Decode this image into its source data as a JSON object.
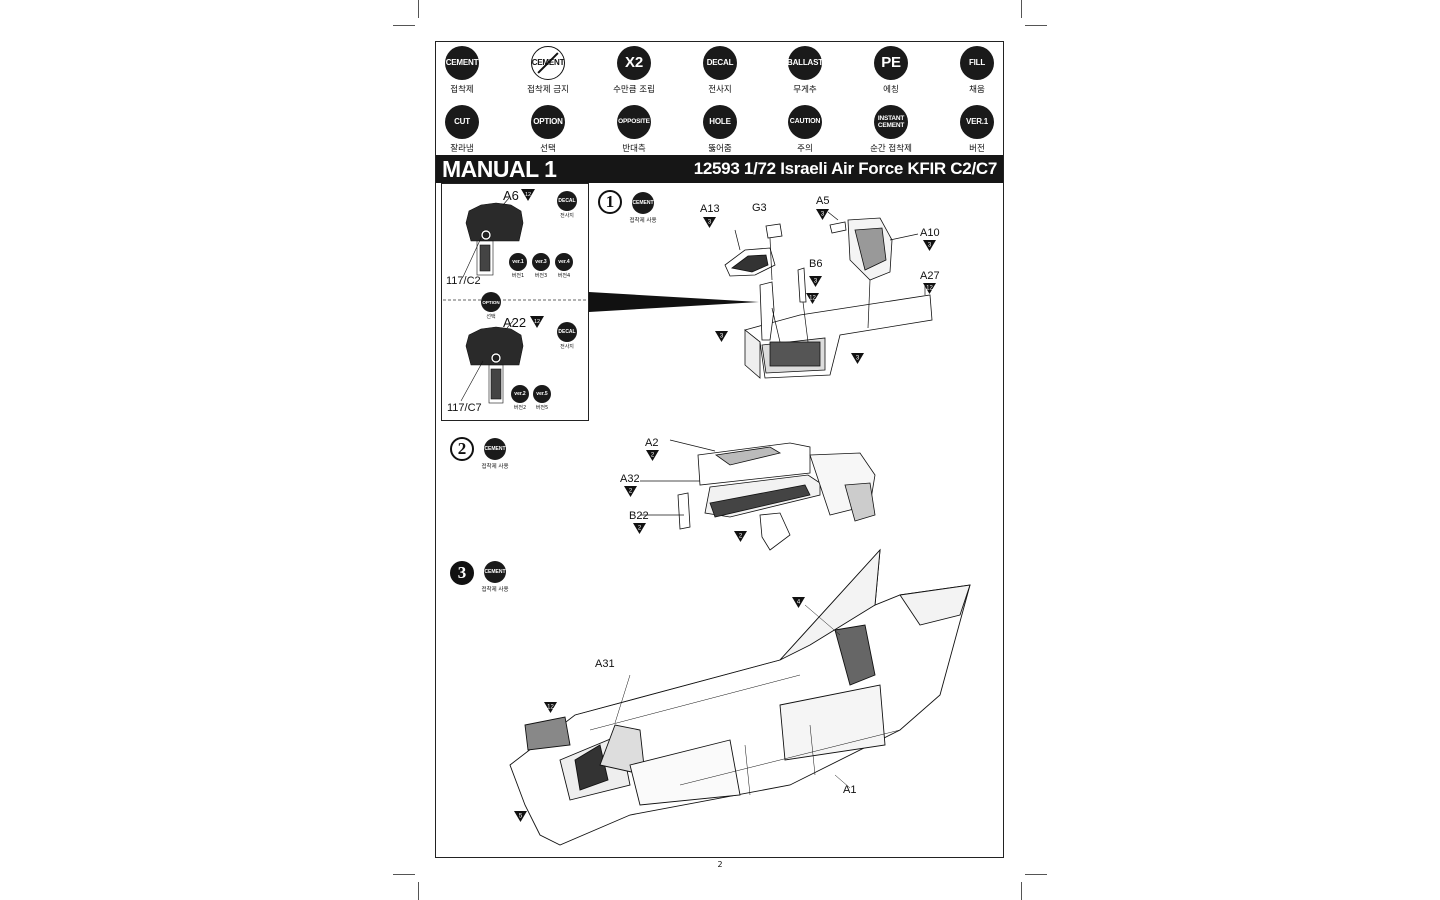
{
  "legend_row1": [
    {
      "symbol": "CEMENT",
      "label": "접착제"
    },
    {
      "symbol": "CEMENT",
      "label": "접착제 금지"
    },
    {
      "symbol": "X2",
      "label": "수만큼 조립"
    },
    {
      "symbol": "DECAL",
      "label": "전사지"
    },
    {
      "symbol": "BALLAST",
      "label": "무게추"
    },
    {
      "symbol": "PE",
      "label": "에칭"
    },
    {
      "symbol": "FILL",
      "label": "채움"
    }
  ],
  "legend_row2": [
    {
      "symbol": "CUT",
      "label": "잘라냄"
    },
    {
      "symbol": "OPTION",
      "label": "선택"
    },
    {
      "symbol": "OPPOSITE",
      "label": "반대측"
    },
    {
      "symbol": "HOLE",
      "label": "뚫어줌"
    },
    {
      "symbol": "CAUTION",
      "label": "주의"
    },
    {
      "symbol": "INSTANT CEMENT",
      "label": "순간 접착제"
    },
    {
      "symbol": "VER.1",
      "label": "버전"
    }
  ],
  "header": {
    "manual_title": "MANUAL 1",
    "kit_title": "12593 1/72 Israeli Air Force KFIR C2/C7"
  },
  "inset": {
    "upper": {
      "part": "A6",
      "color": "12",
      "decal_sym": "DECAL",
      "decal_label": "전사지",
      "decal_ref": "117/C2",
      "versions": [
        {
          "sym": "ver.1",
          "label": "버전1"
        },
        {
          "sym": "ver.3",
          "label": "버전3"
        },
        {
          "sym": "ver.4",
          "label": "버전4"
        }
      ]
    },
    "option_sym": "OPTION",
    "option_label": "선택",
    "lower": {
      "part": "A22",
      "color": "12",
      "decal_sym": "DECAL",
      "decal_label": "전사지",
      "decal_ref": "117/C7",
      "versions": [
        {
          "sym": "ver.2",
          "label": "버전2"
        },
        {
          "sym": "ver.5",
          "label": "버전5"
        }
      ]
    }
  },
  "steps": [
    {
      "number": "1",
      "cement_sym": "CEMENT",
      "cement_label": "접착제 사용",
      "parts": [
        {
          "name": "A13",
          "color": "3"
        },
        {
          "name": "G3",
          "color": ""
        },
        {
          "name": "A5",
          "color": "3"
        },
        {
          "name": "A10",
          "color": "3"
        },
        {
          "name": "B6",
          "color": "3"
        },
        {
          "name": "A27",
          "color": "12"
        }
      ],
      "extra_colors": [
        "12",
        "3",
        "3"
      ]
    },
    {
      "number": "2",
      "cement_sym": "CEMENT",
      "cement_label": "접착제 사용",
      "parts": [
        {
          "name": "A2",
          "color": "2"
        },
        {
          "name": "A32",
          "color": "2"
        },
        {
          "name": "B22",
          "color": "2"
        }
      ],
      "extra_colors": [
        "2"
      ]
    },
    {
      "number": "3",
      "cement_sym": "CEMENT",
      "cement_label": "접착제 사용",
      "parts": [
        {
          "name": "A31",
          "color": ""
        },
        {
          "name": "A1",
          "color": ""
        }
      ],
      "extra_colors": [
        "4",
        "12",
        "5"
      ]
    }
  ],
  "page_number": "2"
}
